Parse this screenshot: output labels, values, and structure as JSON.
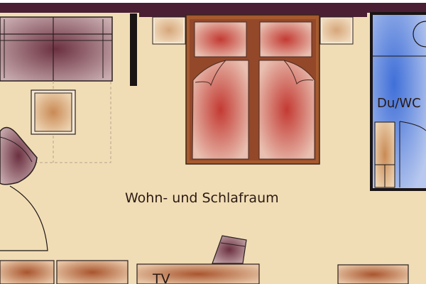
{
  "floorplan": {
    "room_label": "Wohn- und Schlafraum",
    "bathroom_label": "Du/WC",
    "tv_label": "TV"
  },
  "colors": {
    "floor": "#f1ddb5",
    "wall": "#4a1f33",
    "bed_frame": "#a65a2e",
    "bedding": "#c8504a",
    "bathroom": "#7b9de0",
    "upholstery": "#7a4a55"
  }
}
